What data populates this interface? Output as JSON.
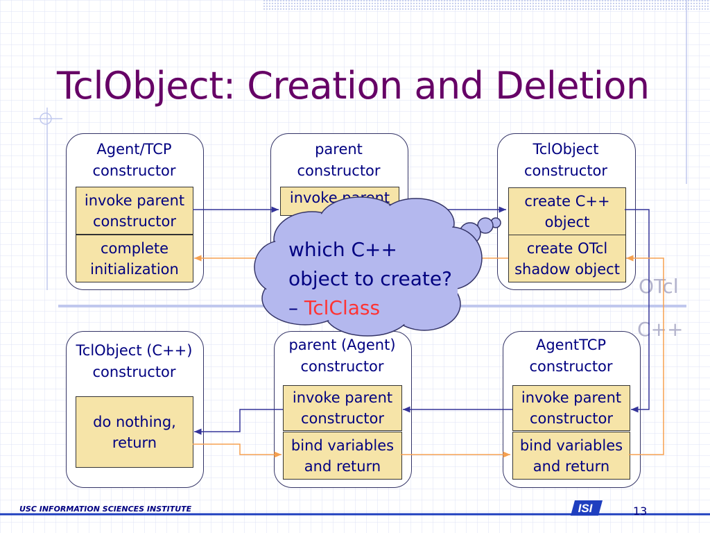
{
  "slide": {
    "title": "TclObject: Creation and Deletion",
    "page_number": "13",
    "footer_text": "USC  INFORMATION SCIENCES INSTITUTE",
    "logo_text": "ISI"
  },
  "layers": {
    "otcl": "OTcl",
    "cpp": "C++"
  },
  "groups": {
    "agent_tcp": {
      "title": "Agent/TCP\nconstructor",
      "step1": "invoke parent\nconstructor",
      "step2": "complete\ninitialization"
    },
    "parent": {
      "title": "parent\nconstructor",
      "step1": "invoke parent"
    },
    "tclobject": {
      "title": "TclObject\nconstructor",
      "step1": "create C++\nobject",
      "step2": "create OTcl\nshadow object"
    },
    "tclobject_cpp": {
      "title": "TclObject (C++)\nconstructor",
      "step1": "do nothing,\nreturn"
    },
    "parent_agent": {
      "title": "parent (Agent)\nconstructor",
      "step1": "invoke parent\nconstructor",
      "step2": "bind variables\nand return"
    },
    "agenttcp_cpp": {
      "title": "AgentTCP\nconstructor",
      "step1": "invoke parent\nconstructor",
      "step2": "bind variables\nand return"
    }
  },
  "callout": {
    "line1": "which C++",
    "line2": "object to create?",
    "dash": "– ",
    "highlight": "TclClass"
  },
  "colors": {
    "title": "#660066",
    "text": "#000080",
    "box_fill": "#f6e4a8",
    "cloud_fill": "#b4b8ee",
    "orange_arrow": "#f5a050",
    "navy_arrow": "#333399",
    "divider": "#c0c8ee"
  }
}
